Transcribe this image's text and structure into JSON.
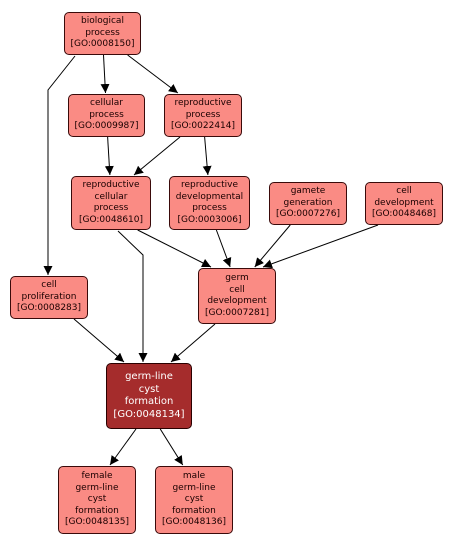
{
  "colors": {
    "node_fill": "#fa8b84",
    "focus_fill": "#a52c2c",
    "node_border": "#3a0a0a",
    "edge": "#000000"
  },
  "nodes": [
    {
      "id": "bp",
      "lines": [
        "biological",
        "process",
        "[GO:0008150]"
      ]
    },
    {
      "id": "cp",
      "lines": [
        "cellular",
        "process",
        "[GO:0009987]"
      ]
    },
    {
      "id": "rp",
      "lines": [
        "reproductive",
        "process",
        "[GO:0022414]"
      ]
    },
    {
      "id": "rcp",
      "lines": [
        "reproductive",
        "cellular",
        "process",
        "[GO:0048610]"
      ]
    },
    {
      "id": "rdp",
      "lines": [
        "reproductive",
        "developmental",
        "process",
        "[GO:0003006]"
      ]
    },
    {
      "id": "gg",
      "lines": [
        "gamete",
        "generation",
        "[GO:0007276]"
      ]
    },
    {
      "id": "cd",
      "lines": [
        "cell",
        "development",
        "[GO:0048468]"
      ]
    },
    {
      "id": "cpro",
      "lines": [
        "cell",
        "proliferation",
        "[GO:0008283]"
      ]
    },
    {
      "id": "gcd",
      "lines": [
        "germ",
        "cell",
        "development",
        "[GO:0007281]"
      ]
    },
    {
      "id": "glcf",
      "lines": [
        "germ-line",
        "cyst",
        "formation",
        "[GO:0048134]"
      ],
      "focus": true
    },
    {
      "id": "fglcf",
      "lines": [
        "female",
        "germ-line",
        "cyst",
        "formation",
        "[GO:0048135]"
      ]
    },
    {
      "id": "mglcf",
      "lines": [
        "male",
        "germ-line",
        "cyst",
        "formation",
        "[GO:0048136]"
      ]
    }
  ],
  "edges": [
    [
      "bp",
      "cp"
    ],
    [
      "bp",
      "rp"
    ],
    [
      "bp",
      "cpro"
    ],
    [
      "cp",
      "rcp"
    ],
    [
      "rp",
      "rcp"
    ],
    [
      "rp",
      "rdp"
    ],
    [
      "rcp",
      "gcd"
    ],
    [
      "rcp",
      "glcf"
    ],
    [
      "rdp",
      "gcd"
    ],
    [
      "gg",
      "gcd"
    ],
    [
      "cd",
      "gcd"
    ],
    [
      "cpro",
      "glcf"
    ],
    [
      "gcd",
      "glcf"
    ],
    [
      "glcf",
      "fglcf"
    ],
    [
      "glcf",
      "mglcf"
    ]
  ]
}
